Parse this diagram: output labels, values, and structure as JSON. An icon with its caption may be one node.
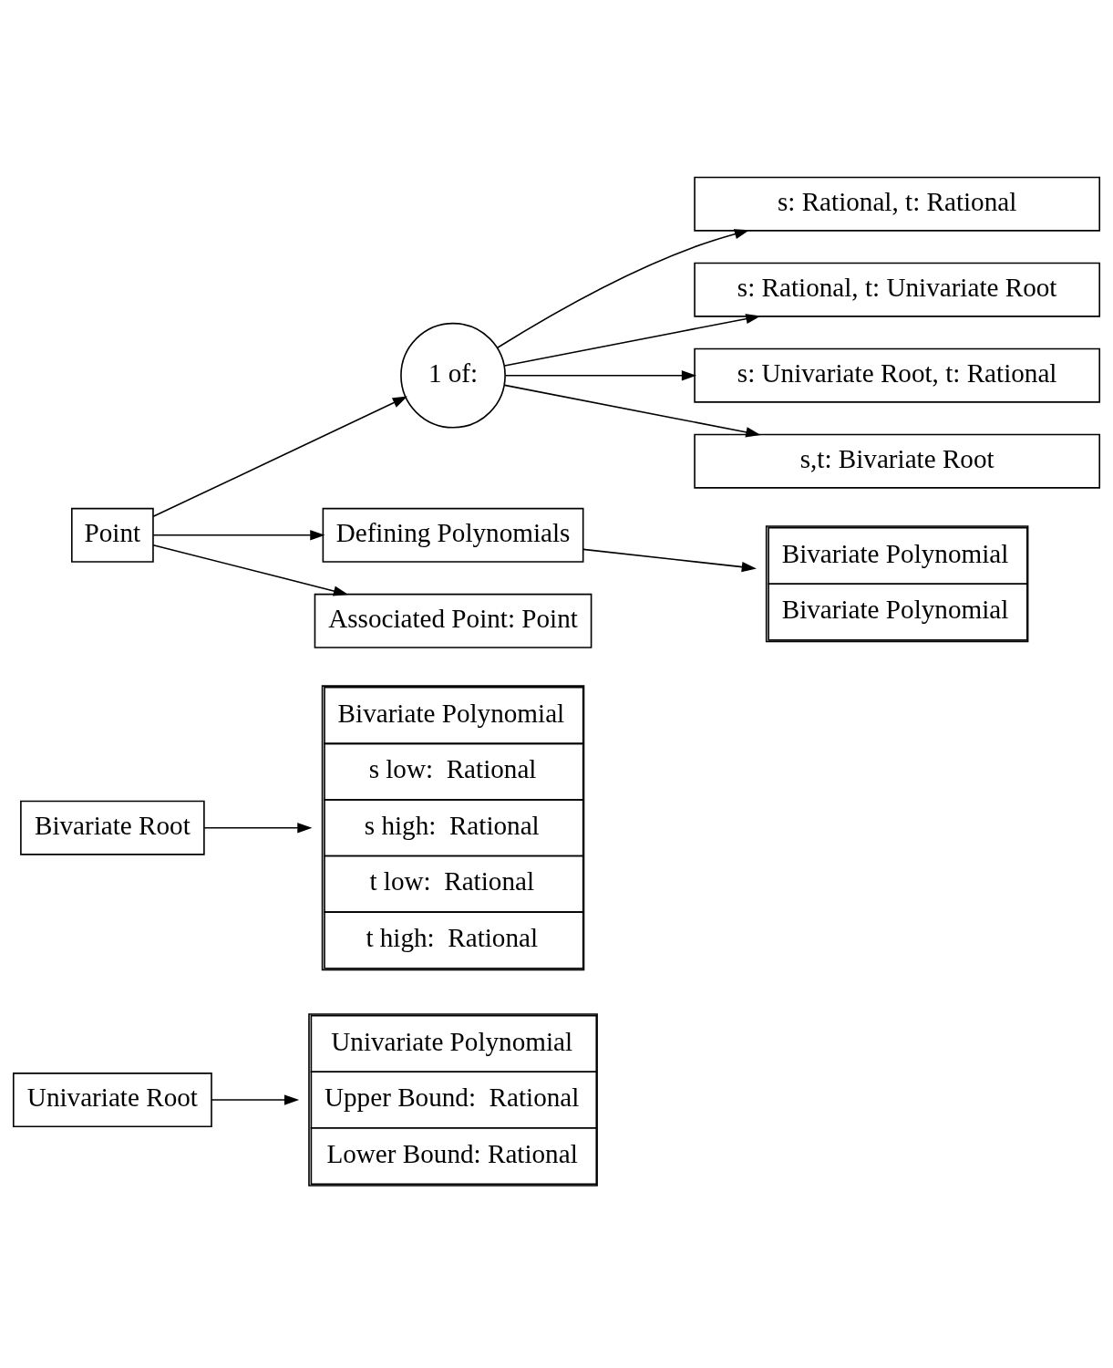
{
  "diagram": {
    "nodes": [
      {
        "text": [
          "Univariate Root"
        ]
      },
      {
        "text": [
          "Univariate Polynomial",
          "Upper Bound:  Rational",
          "Lower Bound: Rational"
        ]
      },
      {
        "text": [
          "Bivariate Root"
        ]
      },
      {
        "text": [
          "Bivariate Polynomial",
          "s low:  Rational",
          "s high:  Rational",
          "t low:  Rational",
          "t high:  Rational"
        ]
      },
      {
        "text": [
          "Point"
        ]
      },
      {
        "text": [
          "1 of:"
        ]
      },
      {
        "text": [
          "s: Rational, t: Rational"
        ]
      },
      {
        "text": [
          "s: Rational, t: Univariate Root"
        ]
      },
      {
        "text": [
          "s: Univariate Root, t: Rational"
        ]
      },
      {
        "text": [
          "s,t: Bivariate Root"
        ]
      },
      {
        "text": [
          "Defining Polynomials"
        ]
      },
      {
        "text": [
          "Bivariate Polynomial",
          "Bivariate Polynomial"
        ]
      },
      {
        "text": [
          "Associated Point: Point"
        ]
      }
    ],
    "edges": [
      {
        "from": 0,
        "to": 1,
        "arrow": "to"
      },
      {
        "from": 2,
        "to": 3,
        "arrow": "to"
      },
      {
        "from": 4,
        "to": 5,
        "arrow": "to"
      },
      {
        "from": 5,
        "to": 6,
        "arrow": "to"
      },
      {
        "from": 5,
        "to": 7,
        "arrow": "to"
      },
      {
        "from": 5,
        "to": 8,
        "arrow": "to"
      },
      {
        "from": 5,
        "to": 9,
        "arrow": "to"
      },
      {
        "from": 4,
        "to": 10,
        "arrow": "to"
      },
      {
        "from": 10,
        "to": 11,
        "arrow": "to"
      },
      {
        "from": 4,
        "to": 12,
        "arrow": "to"
      }
    ]
  }
}
